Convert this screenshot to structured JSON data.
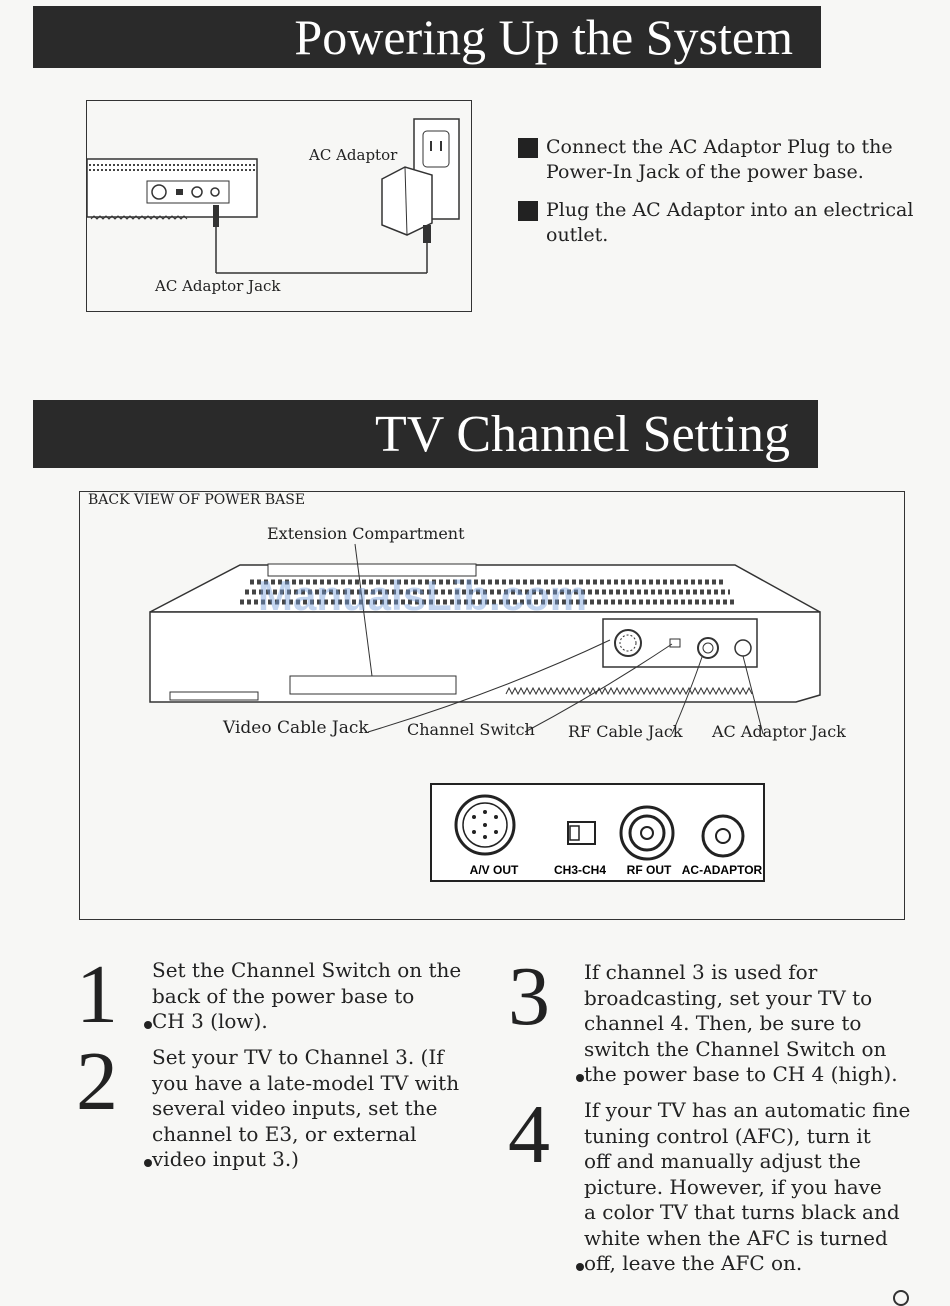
{
  "section1": {
    "title": "Powering Up the System",
    "diagram": {
      "ac_adaptor_label": "AC Adaptor",
      "ac_adaptor_jack_label": "AC Adaptor Jack"
    },
    "bullets": [
      "Connect the AC Adaptor Plug to the Power-In Jack of the power base.",
      "Plug the AC Adaptor into an electrical outlet."
    ]
  },
  "section2": {
    "title": "TV Channel Setting",
    "diagram": {
      "heading": "BACK VIEW OF POWER BASE",
      "extension_compartment": "Extension Compartment",
      "video_cable_jack": "Video Cable Jack",
      "channel_switch": "Channel Switch",
      "rf_cable_jack": "RF Cable Jack",
      "ac_adaptor_jack": "AC Adaptor Jack",
      "panel_labels": [
        "A/V OUT",
        "CH3-CH4",
        "RF OUT",
        "AC-ADAPTOR"
      ]
    },
    "watermark": "ManualsLib.com",
    "steps": [
      {
        "number": "1",
        "text": "Set the Channel Switch on the\nback of the power base to\nCH 3 (low)."
      },
      {
        "number": "2",
        "text": "Set your TV to Channel 3. (If\nyou have a late-model TV with\nseveral video inputs, set the\nchannel to E3, or external\nvideo input 3.)"
      },
      {
        "number": "3",
        "text": "If channel 3 is used for\nbroadcasting, set your TV to\nchannel 4. Then, be sure to\nswitch the Channel Switch on\nthe power base to CH 4 (high)."
      },
      {
        "number": "4",
        "text": "If your TV has an automatic fine\ntuning control (AFC), turn it\noff and manually adjust the\npicture. However, if you have\na color TV that turns black and\nwhite when the AFC is turned\noff, leave the AFC on."
      }
    ]
  }
}
